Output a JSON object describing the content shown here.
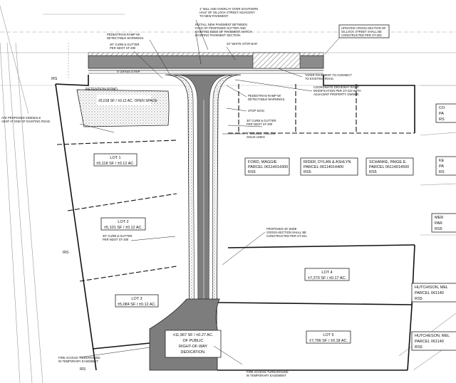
{
  "lots": [
    {
      "name": "LOT 1",
      "area": "±5,118 SF / ±0.12 AC."
    },
    {
      "name": "LOT 2",
      "area": "±5,101 SF / ±0.12 AC."
    },
    {
      "name": "LOT 3",
      "area": "±5,084 SF / ±0.12 AC."
    },
    {
      "name": "LOT 4",
      "area": "±7,270 SF / ±0.17 AC."
    },
    {
      "name": "LOT 5",
      "area": "±7,796 SF / ±0.18 AC."
    }
  ],
  "dedication": [
    "±11,967 SF / ±0.27 AC.",
    "OF PUBLIC",
    "RIGHT-OF-WAY",
    "DEDICATION."
  ],
  "retention_pond": {
    "title": "RETENTION POND",
    "area": "±5,018 SF / ±0.12 AC. OPEN SPACE"
  },
  "parcels": [
    {
      "owner": "FORD, MAGGIE",
      "parcel": "PARCEL 06114014300",
      "zone": "RS5"
    },
    {
      "owner": "RIDER, DYLAN & ASHLYN",
      "parcel": "PARCEL 06114014400",
      "zone": "RS5"
    },
    {
      "owner": "SCHANKE, PAIGE E.",
      "parcel": "PARCEL 06114014500",
      "zone": "RS5"
    }
  ],
  "edge_parcels": [
    {
      "lines": [
        "CO",
        "PA",
        "RS"
      ]
    },
    {
      "lines": [
        "KE",
        "PA",
        "RS"
      ]
    },
    {
      "lines": [
        "MER",
        "PAR",
        "RS5"
      ]
    },
    {
      "lines": [
        "HUTCHISON, MEL",
        "PARCEL 061140",
        "RS5"
      ]
    },
    {
      "lines": [
        "HUTCHESON, MEL",
        "PARCEL 061140",
        "RS5"
      ]
    }
  ],
  "callouts": {
    "mill_overlay": [
      "1\" MILL AND OVERLAY OVER SOUTHERN",
      "HALF OF GILLOCK STREET ADJACENT",
      "TO NEW PAVEMENT."
    ],
    "install_pavement": [
      "INSTALL NEW PAVEMENT BETWEEN",
      "FACE OF PROPOSED GUTTER AND",
      "EXISTING EDGE OF PAVEMENT. MATCH",
      "EXISTING PAVEMENT SECTION."
    ],
    "updated_cross_section": [
      "UPDATED CROSS-SECTION OF",
      "GILLOCK STREET SHALL BE",
      "CONSTRUCTED PER ST-202."
    ],
    "ped_ramp_left": [
      "PEDESTRIAN RAMP W/",
      "DETECTABLE WARNINGS."
    ],
    "curb_gutter_top": [
      "30\" CURB & GUTTER",
      "PER NDOT ST-200"
    ],
    "white_stop_bar": "24\" WHITE STOP BAR",
    "grass_strip": "4' GRASS STRIP",
    "taper": [
      "TAPER PAVEMENT TO CONNECT",
      "TO EXISTING ROAD."
    ],
    "driveway_ramp": [
      "COORDINATE DRIVEWAY RAMP",
      "MODIFICATION PER ST-223 WITH",
      "ADJACENT PROPERTY OWNER."
    ],
    "ped_ramp_right": [
      "PEDESTRIAN RAMP W/",
      "DETECTABLE WARNINGS."
    ],
    "stop_sign": "STOP SIGN",
    "curb_gutter_right": [
      "30\" CURB & GUTTER",
      "PER NDOT ST-200"
    ],
    "double_yellow": [
      "4\" DOUBLE YELLOW",
      "SOLID LINES"
    ],
    "proposed_sidewalk": [
      "ATE PROPOSED SIDEWALK",
      "AENT AT END OF EXISTING ROAD."
    ],
    "curb_gutter_mid": [
      "30\" CURB & GUTTER",
      "PER NDOT ST-200"
    ],
    "cross_section": [
      "PROPOSED 46' WIDE",
      "CROSS-SECTION SHALL BE",
      "CONSTRUCTED PER ST-201."
    ],
    "fire_left": [
      "FIRE ACCESS TURNAROUND",
      "IN TEMPORARY EASEMENT"
    ],
    "fire_bottom": [
      "FIRE ACCESS TURNAROUND",
      "IN TEMPORARY EASEMENT"
    ],
    "irs": "IRS"
  }
}
